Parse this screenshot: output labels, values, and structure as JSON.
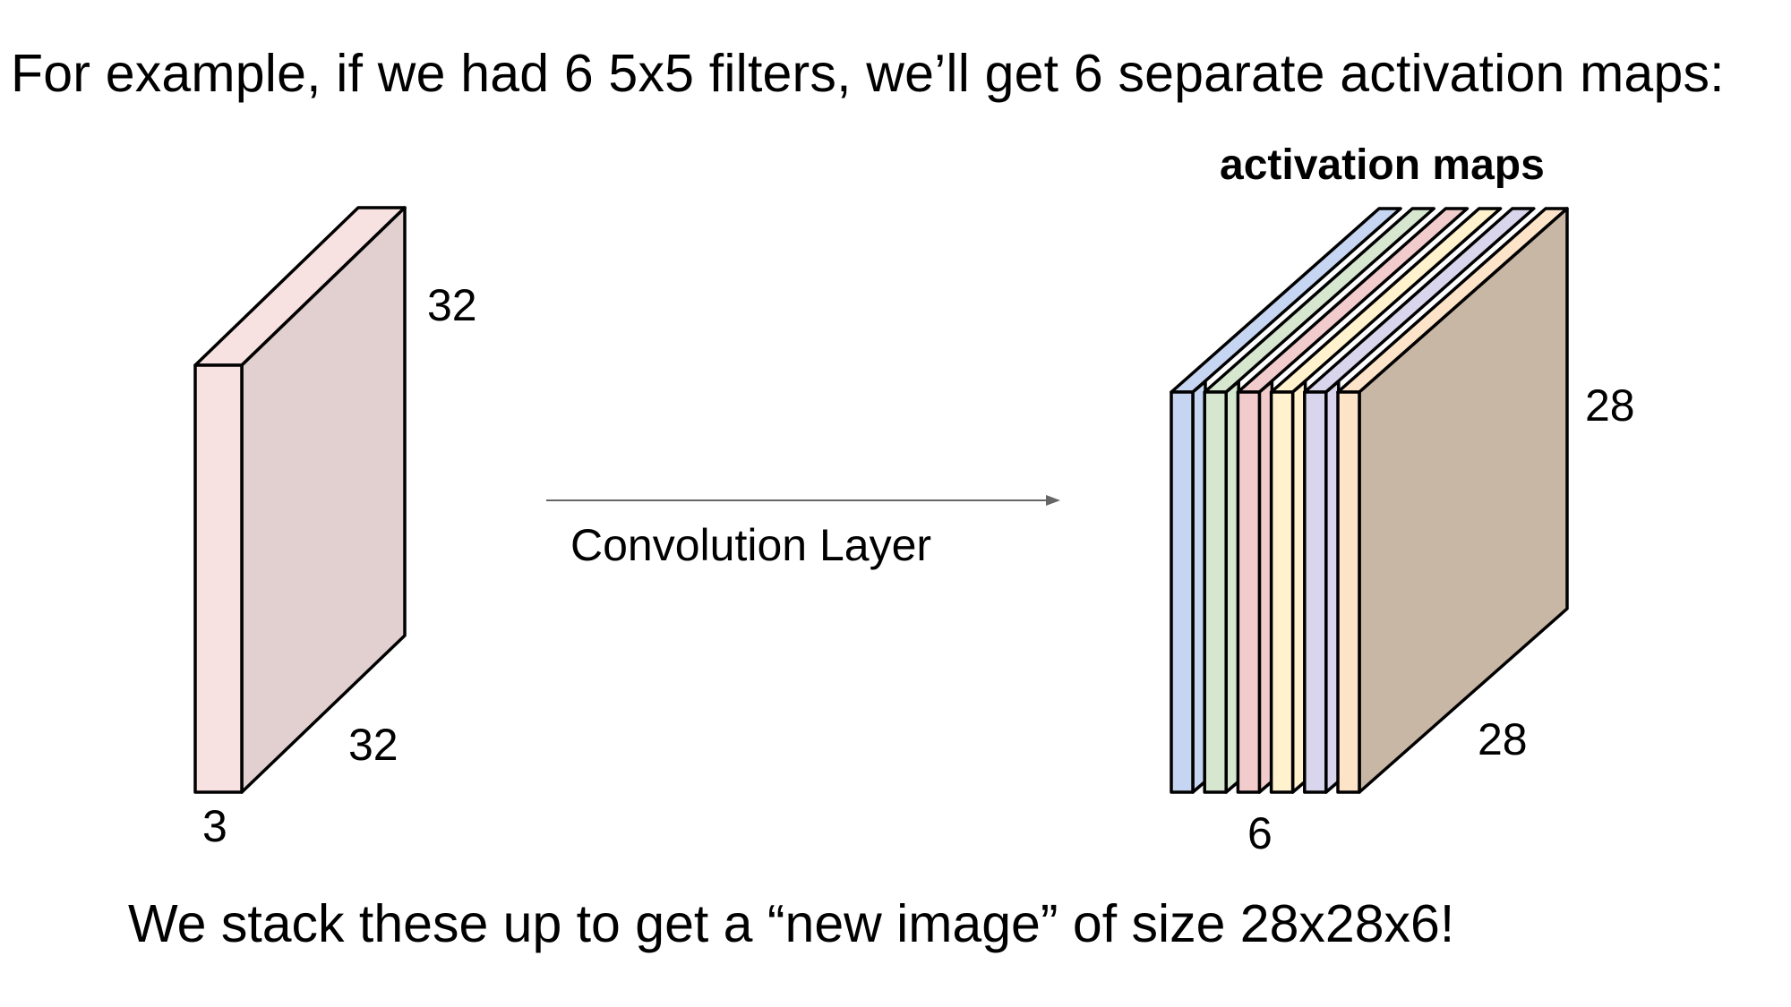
{
  "slide": {
    "title": "For example, if we had 6 5x5 filters, we’ll get 6 separate activation maps:",
    "caption": "We stack these up to get a “new image” of size 28x28x6!"
  },
  "input_volume": {
    "height_label": "32",
    "width_label": "32",
    "depth_label": "3",
    "front_color": "#f8e1e1",
    "side_color": "#e2d0d0",
    "top_color": "#f8e1e1"
  },
  "arrow": {
    "label": "Convolution Layer",
    "color": "#666666"
  },
  "output_volume": {
    "heading": "activation maps",
    "height_label": "28",
    "width_label": "28",
    "depth_label": "6",
    "back_face_color": "#c9b7a5",
    "slice_colors": [
      "#c6d6f2",
      "#d6e6cf",
      "#f2cccc",
      "#fff2cc",
      "#d9d5ec",
      "#fde4c9"
    ]
  }
}
